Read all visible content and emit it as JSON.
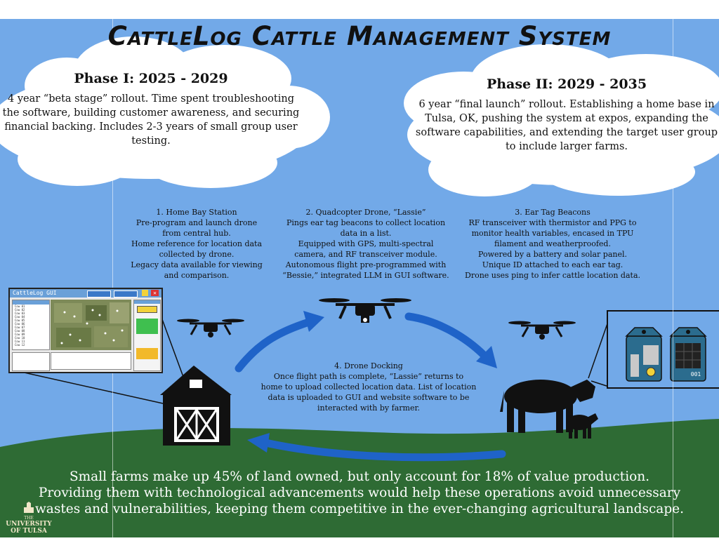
{
  "title": "CattleLog Cattle Management System",
  "phase1": {
    "heading": "Phase I: 2025 - 2029",
    "text": "4 year “beta stage” rollout. Time spent troubleshooting the software, building customer awareness, and securing financial backing. Includes 2-3 years of small group user testing."
  },
  "phase2": {
    "heading": "Phase II: 2029 - 2035",
    "text": "6 year “final launch” rollout. Establishing a home base in Tulsa, OK, pushing the system at expos, expanding the software capabilities, and extending the target user group to include larger farms."
  },
  "steps": [
    {
      "title": "1.  Home Bay Station",
      "lines": [
        "Pre-program and launch drone",
        "from central hub.",
        "Home reference for location data",
        "collected by drone.",
        "Legacy data available for viewing",
        "and comparison."
      ]
    },
    {
      "title": "2. Quadcopter Drone, “Lassie”",
      "lines": [
        "Pings ear tag beacons to collect location",
        "data in a list.",
        "Equipped with GPS, multi-spectral",
        "camera, and RF transceiver module.",
        "Autonomous flight pre-programmed with",
        "“Bessie,” integrated LLM in GUI software."
      ]
    },
    {
      "title": "3. Ear Tag Beacons",
      "lines": [
        "RF transceiver with thermistor and PPG to",
        "monitor health variables, encased in TPU",
        "filament and weatherproofed.",
        "Powered by a battery and solar panel.",
        "Unique ID attached to each ear tag.",
        "Drone uses ping to infer cattle location data."
      ]
    },
    {
      "title": "4. Drone Docking",
      "lines": [
        "Once flight path is complete, “Lassie” returns to",
        "home to upload collected location data. List of location",
        "data is uploaded to GUI and website software to be",
        "interacted with by farmer."
      ]
    }
  ],
  "gui": {
    "title": "CattleLog GUI",
    "list_items": [
      "Cow 01",
      "Cow 02",
      "Cow 03",
      "Cow 04",
      "Cow 05",
      "Cow 06",
      "Cow 07",
      "Cow 08",
      "Cow 09",
      "Cow 10",
      "Cow 11",
      "Cow 12"
    ]
  },
  "tag_id": "001",
  "footer": {
    "line1": "Small farms make up 45% of land owned, but only account for 18% of value production.",
    "line2": "Providing them with technological advancements would help these operations avoid unnecessary",
    "line3": "wastes and vulnerabilities, keeping them competitive in the ever-changing agricultural landscape."
  },
  "logo": {
    "line1": "THE",
    "line2": "UNIVERSITY",
    "line3": "OF TULSA"
  },
  "colors": {
    "sky": "#72a9e8",
    "grass": "#2e6b34",
    "arrow": "#1f63c8",
    "beacon": "#2b6c8e"
  }
}
